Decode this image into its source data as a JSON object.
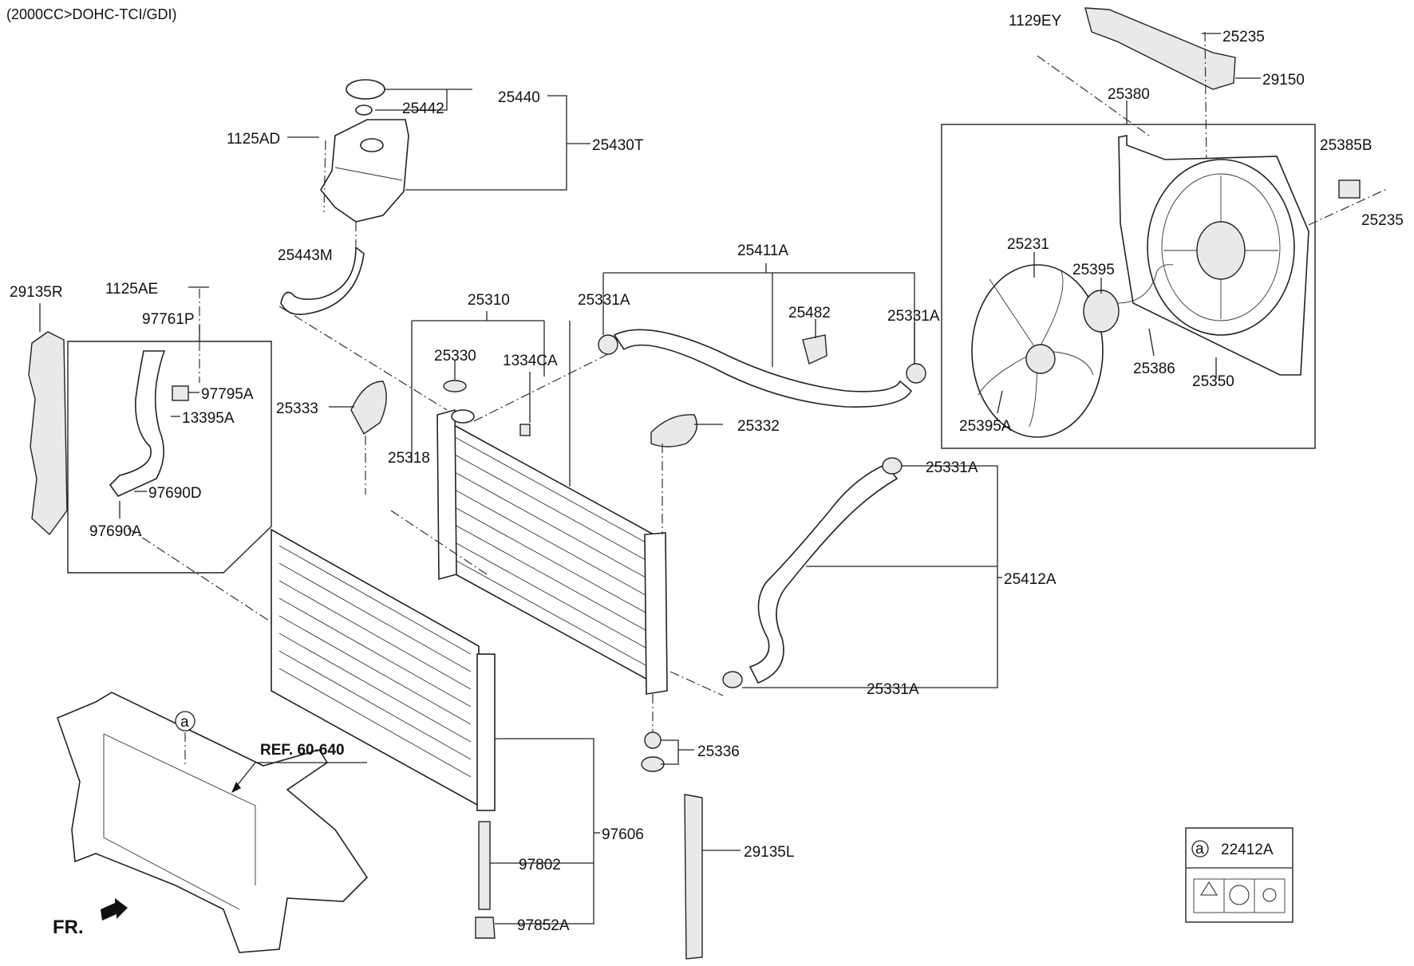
{
  "header": {
    "engine_spec": "(2000CC>DOHC-TCI/GDI)"
  },
  "labels": {
    "p1129EY": "1129EY",
    "p25235_top": "25235",
    "p29150": "29150",
    "p25380": "25380",
    "p25385B": "25385B",
    "p25235_right": "25235",
    "p25231": "25231",
    "p25395": "25395",
    "p25386": "25386",
    "p25350": "25350",
    "p25395A": "25395A",
    "p25440": "25440",
    "p25442": "25442",
    "p1125AD": "1125AD",
    "p25430T": "25430T",
    "p25443M": "25443M",
    "p29135R": "29135R",
    "p1125AE": "1125AE",
    "p97761P": "97761P",
    "p97795A": "97795A",
    "p13395A": "13395A",
    "p97690D": "97690D",
    "p97690A": "97690A",
    "p25310": "25310",
    "p25331A_1": "25331A",
    "p25330": "25330",
    "p1334CA": "1334CA",
    "p25333": "25333",
    "p25318": "25318",
    "p25411A": "25411A",
    "p25482": "25482",
    "p25331A_2": "25331A",
    "p25332": "25332",
    "p25331A_3": "25331A",
    "p25412A": "25412A",
    "p25331A_4": "25331A",
    "p25336": "25336",
    "p97606": "97606",
    "p97802": "97802",
    "p97852A": "97852A",
    "p29135L": "29135L",
    "ref_note": "REF. 60-640",
    "callout_a": "a",
    "front_marker": "FR."
  },
  "legend_box": {
    "callout": "a",
    "part_number": "22412A"
  }
}
